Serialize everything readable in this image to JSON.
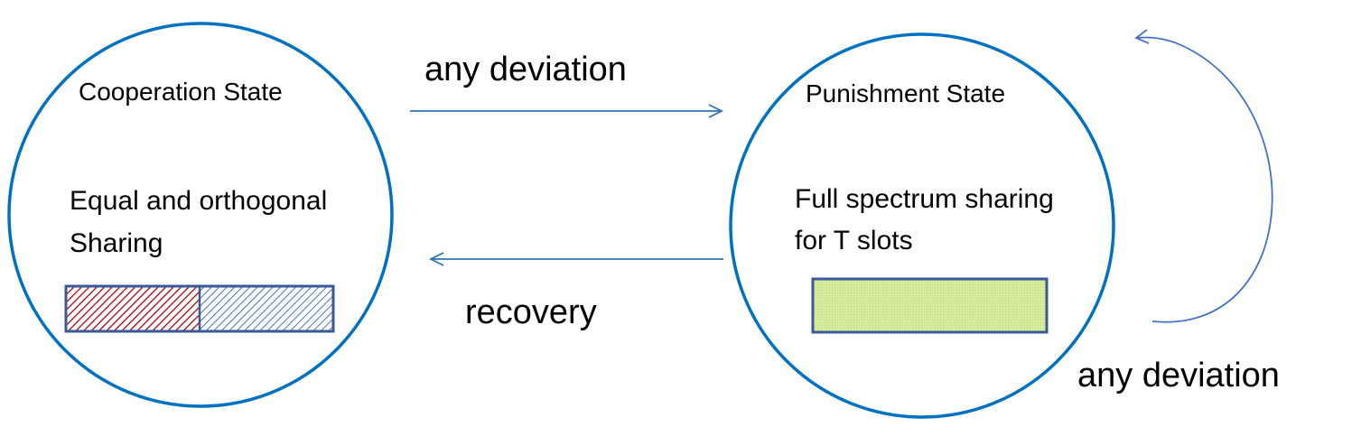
{
  "diagram": {
    "cooperation_state": {
      "title": "Cooperation State",
      "description_line1": "Equal and orthogonal",
      "description_line2": "Sharing"
    },
    "punishment_state": {
      "title": "Punishment State",
      "description_line1": "Full spectrum sharing",
      "description_line2": "for T slots"
    },
    "edges": {
      "deviation_label": "any deviation",
      "recovery_label": "recovery",
      "self_loop_label": "any deviation"
    },
    "colors": {
      "circle_stroke": "#0070c0",
      "arrow_stroke": "#2e75b6",
      "loop_stroke": "#4472c4",
      "bar_border": "#3b5998",
      "hatch_red": "#a40000",
      "hatch_blue": "#4472c4",
      "green_fill": "#d4ec9c"
    }
  }
}
